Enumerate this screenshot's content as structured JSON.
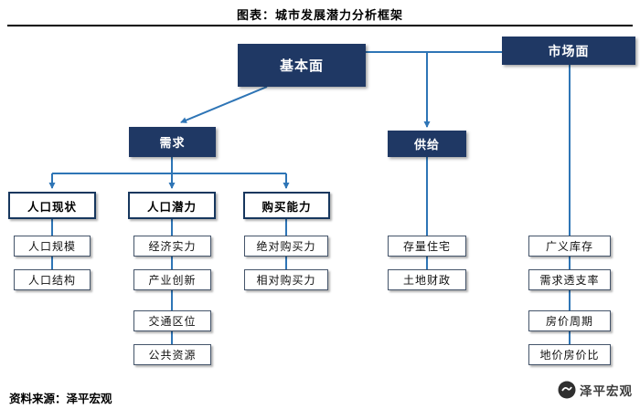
{
  "header": {
    "title": "图表：城市发展潜力分析框架"
  },
  "nodes": {
    "fundamentals": "基本面",
    "market": "市场面",
    "demand": "需求",
    "supply": "供给",
    "pop_status": "人口现状",
    "pop_potential": "人口潜力",
    "purchase_power": "购买能力",
    "pop_scale": "人口规模",
    "pop_structure": "人口结构",
    "econ_strength": "经济实力",
    "industry_innovation": "产业创新",
    "transport_location": "交通区位",
    "public_resources": "公共资源",
    "abs_purchase": "绝对购买力",
    "rel_purchase": "相对购买力",
    "housing_stock": "存量住宅",
    "land_finance": "土地财政",
    "broad_inventory": "广义库存",
    "demand_overdraft": "需求透支率",
    "price_cycle": "房价周期",
    "land_price_ratio": "地价房价比"
  },
  "footer": {
    "source": "资料来源：泽平宏观",
    "watermark": "泽平宏观"
  },
  "colors": {
    "node_fill": "#1f3864",
    "connector": "#2e75b6"
  }
}
